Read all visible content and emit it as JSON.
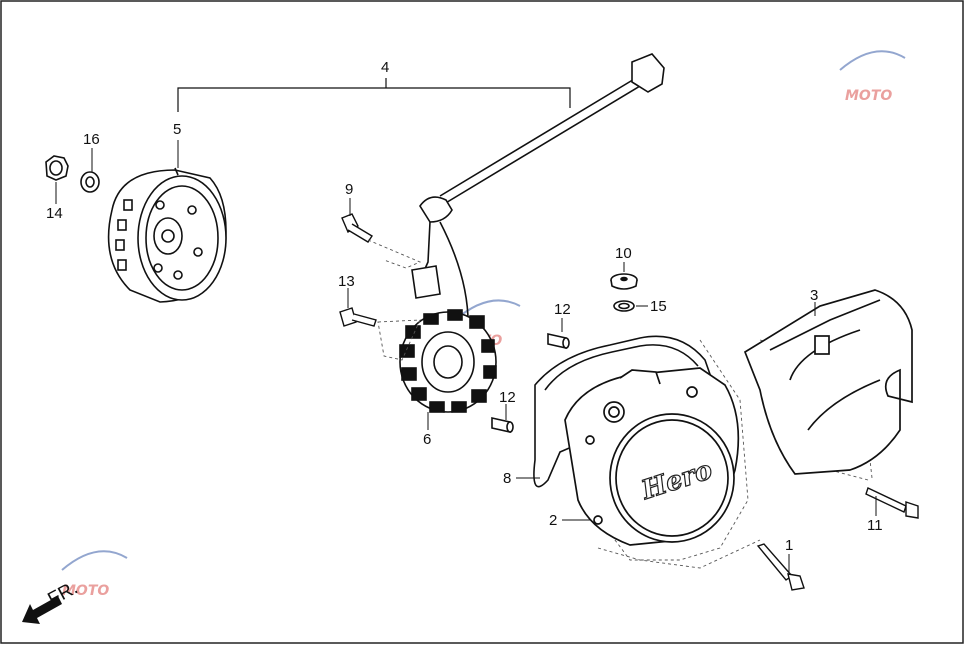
{
  "diagram": {
    "callouts": {
      "c1": "1",
      "c2": "2",
      "c3": "3",
      "c4": "4",
      "c5": "5",
      "c6": "6",
      "c8": "8",
      "c9": "9",
      "c10": "10",
      "c11": "11",
      "c12a": "12",
      "c12b": "12",
      "c13": "13",
      "c14": "14",
      "c15": "15",
      "c16": "16"
    },
    "direction_label": "FR.",
    "cover_brand": "Hero",
    "watermark_text": "MOTO"
  },
  "colors": {
    "line": "#111111",
    "frame": "#222222",
    "watermark_red": "#d9534f",
    "watermark_blue": "#3b5fa8"
  }
}
